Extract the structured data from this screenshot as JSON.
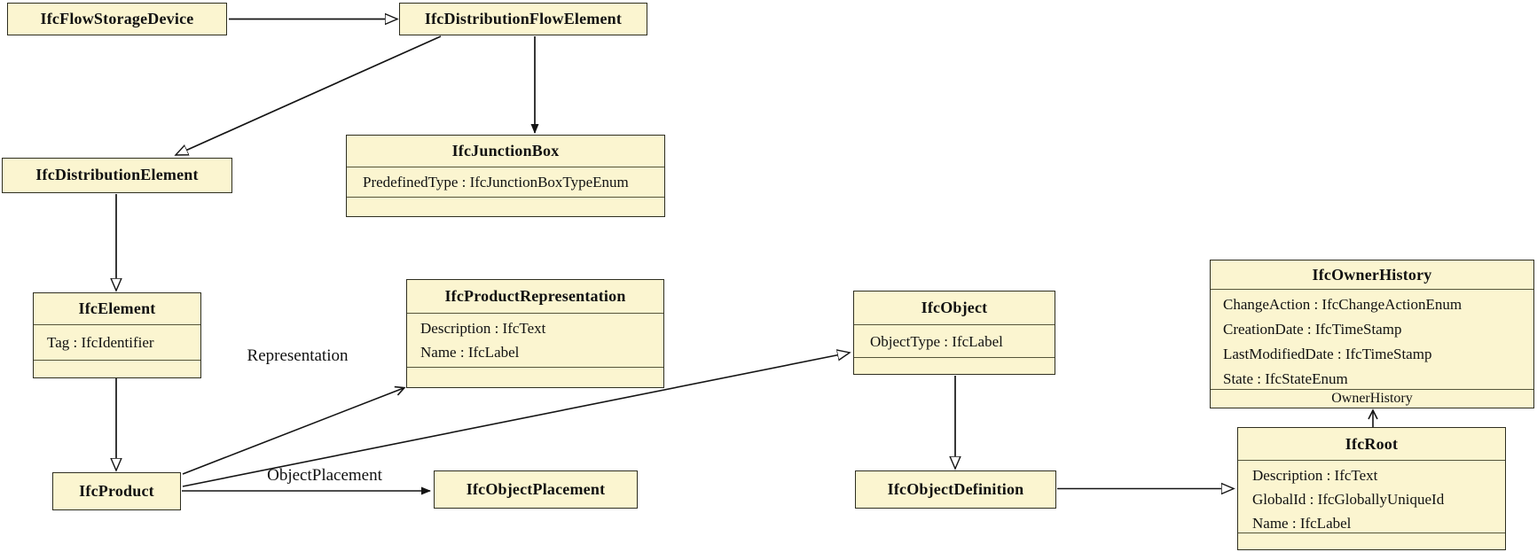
{
  "diagram": {
    "theme": {
      "box_fill": "#fbf5d0",
      "box_border": "#2e2e20",
      "divider": "#55553a",
      "edge_color": "#141414",
      "background": "#ffffff",
      "text_color": "#111111"
    },
    "classes": {
      "flow_storage_device": {
        "title": "IfcFlowStorageDevice"
      },
      "distribution_flow_element": {
        "title": "IfcDistributionFlowElement"
      },
      "junction_box": {
        "title": "IfcJunctionBox",
        "attributes": [
          "PredefinedType : IfcJunctionBoxTypeEnum"
        ]
      },
      "distribution_element": {
        "title": "IfcDistributionElement"
      },
      "element": {
        "title": "IfcElement",
        "attributes": [
          "Tag : IfcIdentifier"
        ]
      },
      "product_representation": {
        "title": "IfcProductRepresentation",
        "attributes": [
          "Description : IfcText",
          "Name : IfcLabel"
        ]
      },
      "product": {
        "title": "IfcProduct"
      },
      "object_placement": {
        "title": "IfcObjectPlacement"
      },
      "object": {
        "title": "IfcObject",
        "attributes": [
          "ObjectType : IfcLabel"
        ]
      },
      "object_definition": {
        "title": "IfcObjectDefinition"
      },
      "owner_history": {
        "title": "IfcOwnerHistory",
        "attributes": [
          "ChangeAction : IfcChangeActionEnum",
          "CreationDate : IfcTimeStamp",
          "LastModifiedDate : IfcTimeStamp",
          "State : IfcStateEnum"
        ],
        "footer_label": "OwnerHistory"
      },
      "root": {
        "title": "IfcRoot",
        "attributes": [
          "Description : IfcText",
          "GlobalId : IfcGloballyUniqueId",
          "Name : IfcLabel"
        ]
      }
    },
    "edge_labels": {
      "representation": "Representation",
      "object_placement": "ObjectPlacement"
    },
    "relationships": [
      {
        "from": "IfcFlowStorageDevice",
        "to": "IfcDistributionFlowElement",
        "type": "inheritance",
        "label": ""
      },
      {
        "from": "IfcDistributionFlowElement",
        "to": "IfcJunctionBox",
        "type": "association",
        "label": ""
      },
      {
        "from": "IfcDistributionFlowElement",
        "to": "IfcDistributionElement",
        "type": "inheritance",
        "label": ""
      },
      {
        "from": "IfcDistributionElement",
        "to": "IfcElement",
        "type": "inheritance",
        "label": ""
      },
      {
        "from": "IfcElement",
        "to": "IfcProduct",
        "type": "inheritance",
        "label": ""
      },
      {
        "from": "IfcProduct",
        "to": "IfcProductRepresentation",
        "type": "association",
        "label": "Representation"
      },
      {
        "from": "IfcProduct",
        "to": "IfcObject",
        "type": "inheritance",
        "label": ""
      },
      {
        "from": "IfcProduct",
        "to": "IfcObjectPlacement",
        "type": "association",
        "label": "ObjectPlacement"
      },
      {
        "from": "IfcObject",
        "to": "IfcObjectDefinition",
        "type": "inheritance",
        "label": ""
      },
      {
        "from": "IfcObjectDefinition",
        "to": "IfcRoot",
        "type": "inheritance",
        "label": ""
      },
      {
        "from": "IfcRoot",
        "to": "IfcOwnerHistory",
        "type": "association",
        "label": "OwnerHistory"
      }
    ]
  }
}
